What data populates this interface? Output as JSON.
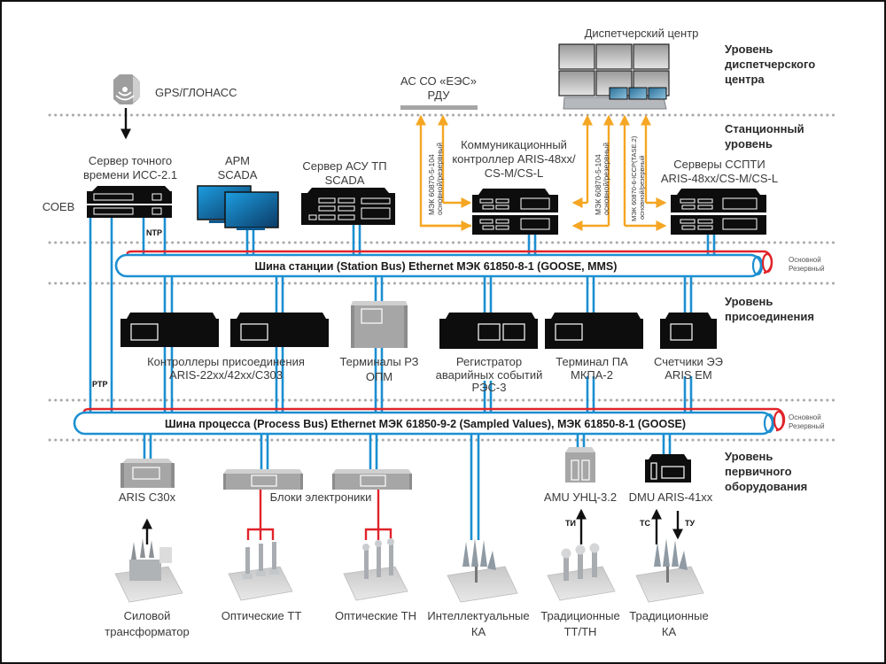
{
  "colors": {
    "primary_bus": "#1b8fd1",
    "reserve_bus": "#e0242a",
    "protocol_link": "#f5a623",
    "device_dark": "#0d0d0d",
    "device_gray": "#a6a6a6",
    "level_divider": "#a9a9a9"
  },
  "levels": {
    "dispatch": [
      "Уровень",
      "диспетчерского",
      "центра"
    ],
    "station": [
      "Станционный",
      "уровень"
    ],
    "bay": [
      "Уровень",
      "присоединения"
    ],
    "primary": [
      "Уровень",
      "первичного",
      "оборудования"
    ]
  },
  "gps": {
    "label": "GPS/ГЛОНАСС",
    "icon": "satellite-signal-icon"
  },
  "dispatch_center": {
    "label": "Диспетчерский центр",
    "icon": "video-wall-icon"
  },
  "rdu": {
    "label_line1": "АС СО «ЕЭС»",
    "label_line2": "РДУ"
  },
  "station_devices": {
    "time_server": {
      "label_line1": "Сервер точного",
      "label_line2": "времени ИСС-2.1",
      "side_label": "СОЕВ",
      "ntp": "NTP",
      "ptp": "PTP"
    },
    "arm": {
      "label_line1": "АРМ",
      "label_line2": "SCADA"
    },
    "asu_server": {
      "label_line1": "Сервер АСУ ТП",
      "label_line2": "SCADA"
    },
    "comm_controller": {
      "label_line1": "Коммуникационный",
      "label_line2": "контроллер ARIS-48xx/",
      "label_line3": "CS-M/CS-L"
    },
    "sspti_servers": {
      "label_line1": "Серверы ССПТИ",
      "label_line2": "ARIS-48xx/CS-M/CS-L"
    }
  },
  "protocols": {
    "rdu_link": {
      "line1": "МЭК 60870-5-104",
      "line2": "основной/резервный"
    },
    "dispatch_link_1": {
      "line1": "МЭК 60870-5-104",
      "line2": "основной/резервный"
    },
    "dispatch_link_2": {
      "line1": "МЭК 60870-6-ICCP(TASE.2)",
      "line2": "основной/резервный"
    }
  },
  "buses": {
    "station": {
      "label": "Шина станции (Station Bus) Ethernet  МЭК 61850-8-1 (GOOSE, MMS)"
    },
    "process": {
      "label": "Шина процесса (Process Bus) Ethernet МЭК 61850-9-2 (Sampled Values), МЭК 61850-8-1 (GOOSE)"
    },
    "legend_primary": "Основной",
    "legend_reserve": "Резервный"
  },
  "bay_devices": {
    "controllers": {
      "label_line1": "Контроллеры присоединения",
      "label_line2": "ARIS-22xx/42xx/C303"
    },
    "rz_terminals": {
      "label_line1": "Терминалы РЗ",
      "label_line2": "ОПМ"
    },
    "recorder": {
      "label_line1": "Регистратор",
      "label_line2": "аварийных событий",
      "label_line3": "РЭС-3"
    },
    "pa_terminal": {
      "label_line1": "Терминал ПА",
      "label_line2": "МКПА-2"
    },
    "meters": {
      "label_line1": "Счетчики ЭЭ",
      "label_line2": "ARIS EM"
    }
  },
  "process_devices": {
    "aris_c30x": {
      "label": "ARIS C30x"
    },
    "electronics": {
      "label": "Блоки электроники"
    },
    "amu": {
      "label": "AMU УНЦ-3.2",
      "signal": "ТИ"
    },
    "dmu": {
      "label": "DMU ARIS-41xx",
      "signal_in": "ТС",
      "signal_out": "ТУ"
    }
  },
  "primary_equipment": [
    {
      "line1": "Силовой",
      "line2": "трансформатор"
    },
    {
      "line1": "Оптические ТТ",
      "line2": ""
    },
    {
      "line1": "Оптические ТН",
      "line2": ""
    },
    {
      "line1": "Интеллектуальные",
      "line2": "КА"
    },
    {
      "line1": "Традиционные",
      "line2": "ТТ/ТН"
    },
    {
      "line1": "Традиционные",
      "line2": "КА"
    }
  ]
}
